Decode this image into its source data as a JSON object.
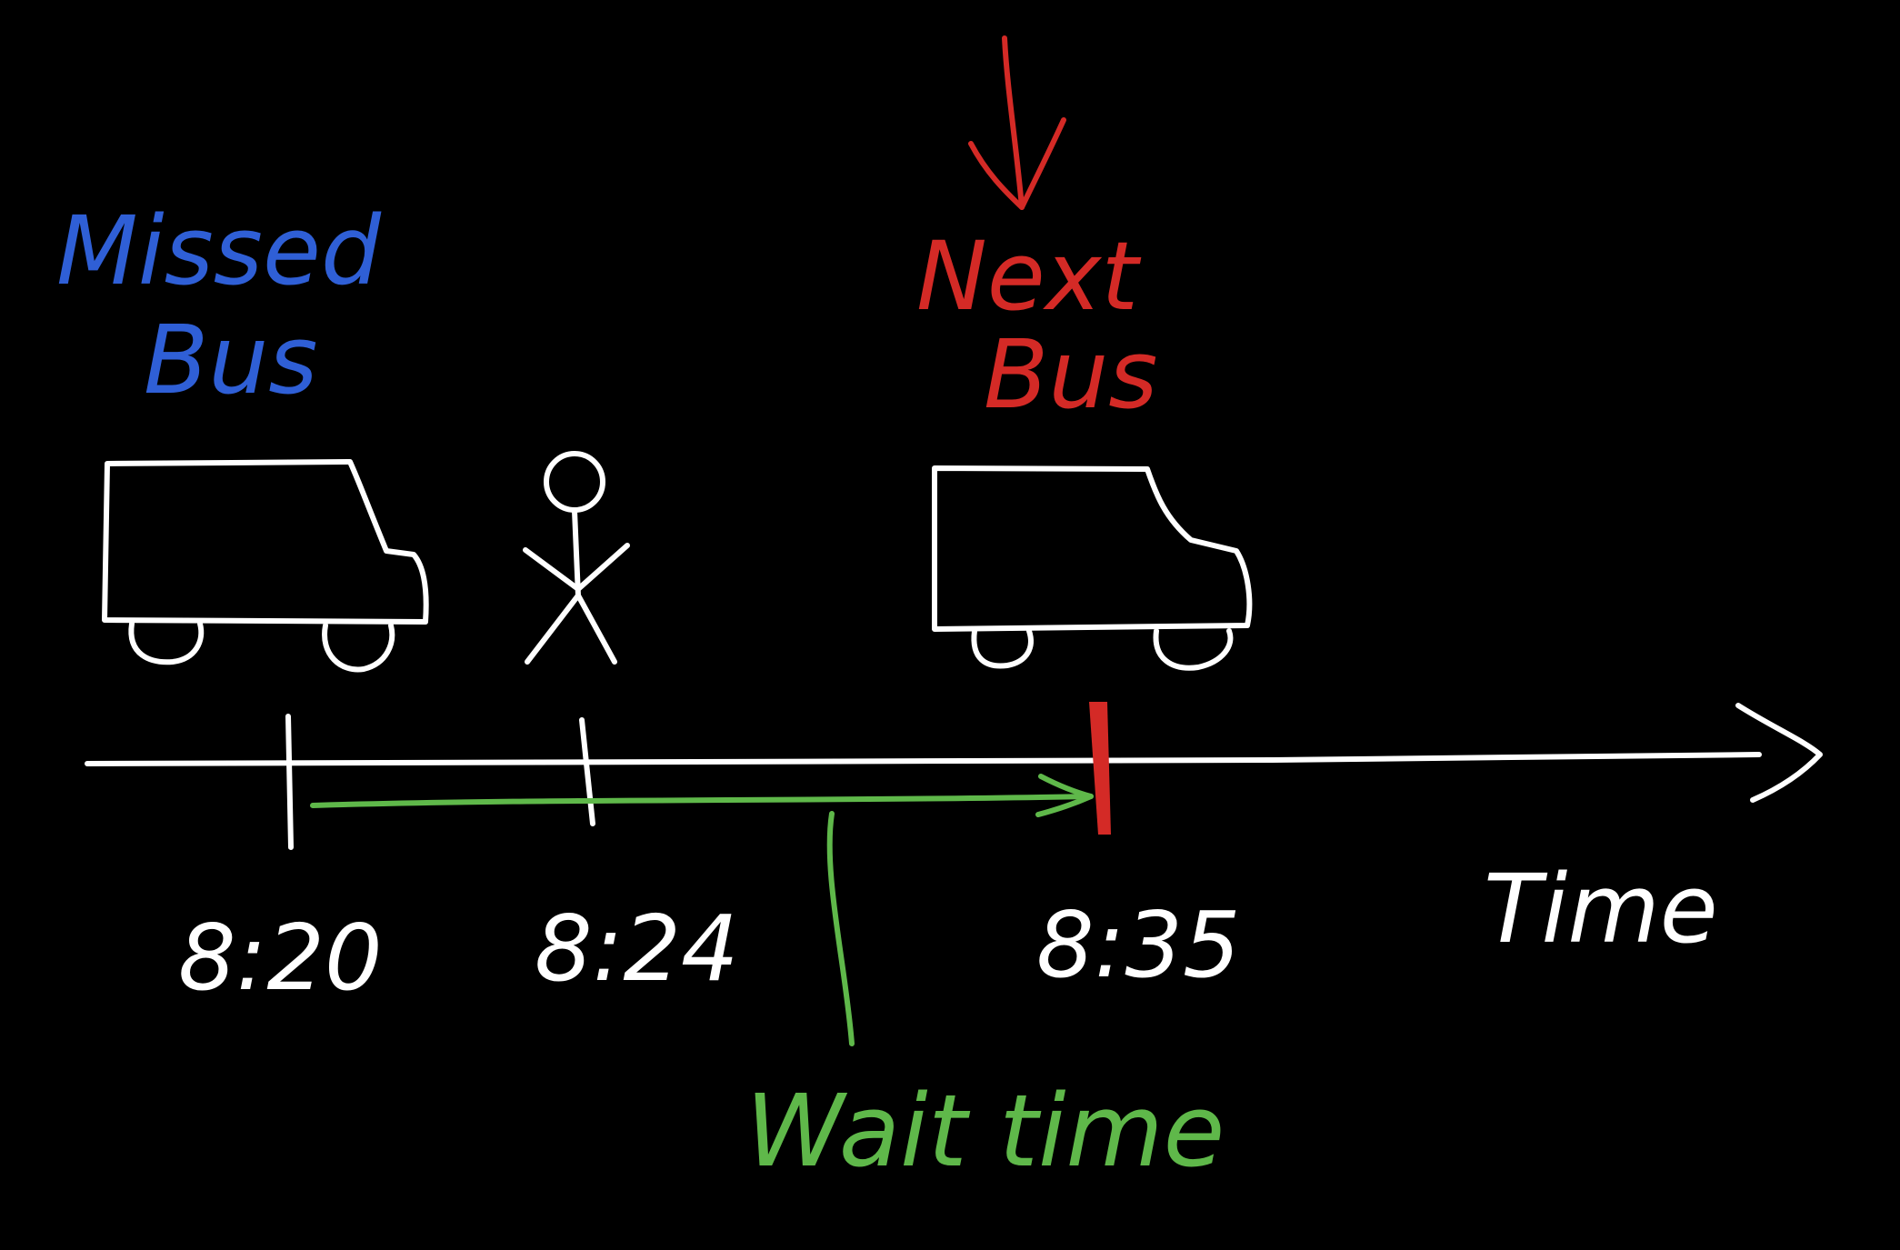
{
  "colors": {
    "background": "#000000",
    "chalk": "#ffffff",
    "missed": "#2f5fd6",
    "next": "#d42a26",
    "wait": "#5fb84a"
  },
  "labels": {
    "missed_bus_line1": "Missed",
    "missed_bus_line2": "Bus",
    "next_bus_line1": "Next",
    "next_bus_line2": "Bus",
    "axis_label": "Time",
    "wait_time": "Wait time"
  },
  "timeline": {
    "ticks": [
      {
        "key": "missed",
        "label": "8:20"
      },
      {
        "key": "person",
        "label": "8:24"
      },
      {
        "key": "next",
        "label": "8:35"
      }
    ]
  },
  "icons": {
    "missed_bus": "bus-icon",
    "next_bus": "bus-icon",
    "person": "stick-figure-icon",
    "pointer": "down-arrow-icon"
  }
}
